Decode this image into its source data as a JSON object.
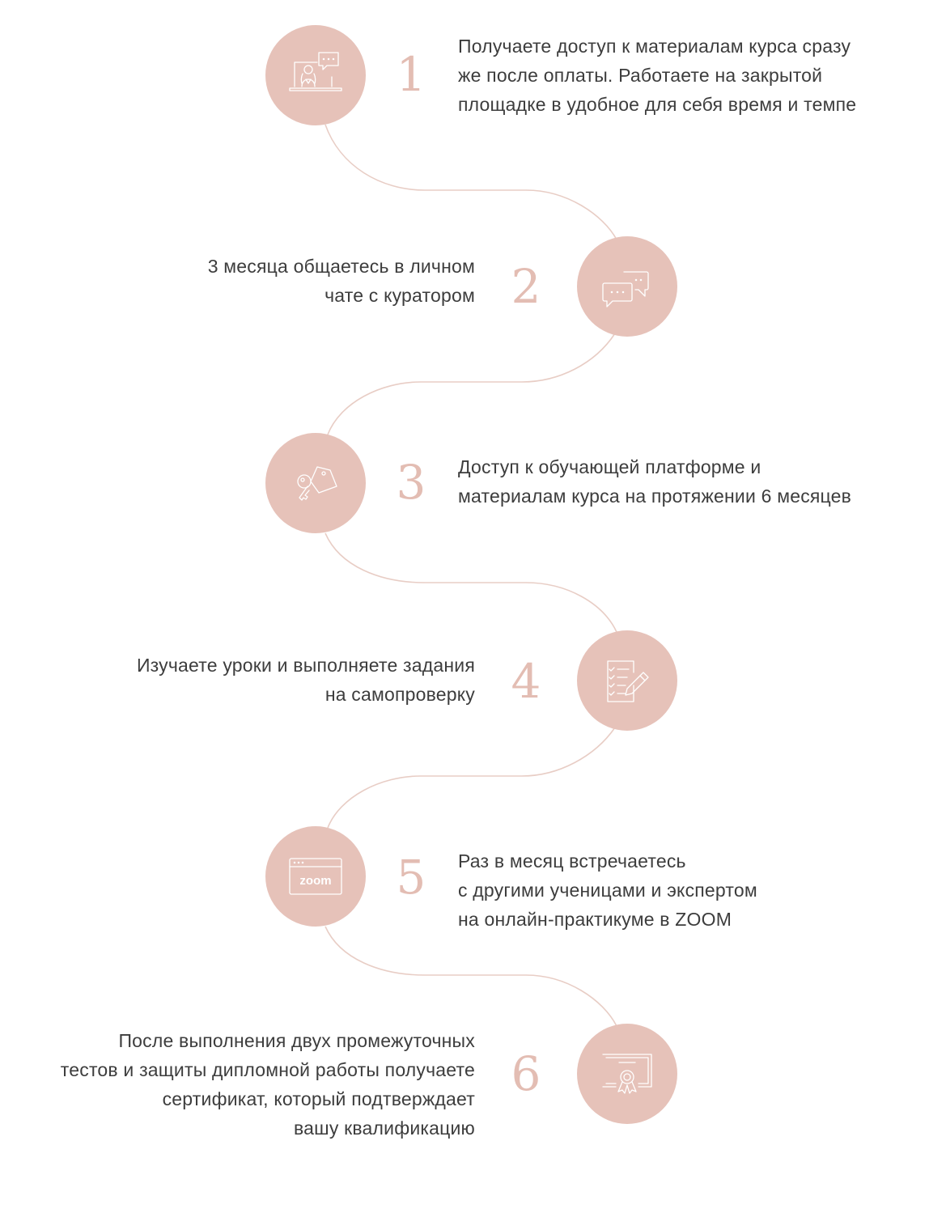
{
  "colors": {
    "circle": "#e6c2b9",
    "number": "#e3bdb3",
    "path": "#e8cdc5",
    "icon_stroke": "#ffffff",
    "text": "#3d3d3d"
  },
  "steps": [
    {
      "number": "1",
      "icon": "online-lesson-icon",
      "lines": [
        "Получаете доступ к материалам курса сразу",
        "же после оплаты. Работаете на закрытой",
        "площадке в удобное для себя время и темпе"
      ]
    },
    {
      "number": "2",
      "icon": "chat-bubbles-icon",
      "lines": [
        "3 месяца общаетесь в личном",
        "чате с куратором"
      ]
    },
    {
      "number": "3",
      "icon": "key-tag-icon",
      "lines": [
        "Доступ к обучающей платформе и",
        "материалам курса на протяжении 6 месяцев"
      ]
    },
    {
      "number": "4",
      "icon": "checklist-pencil-icon",
      "lines": [
        "Изучаете уроки и выполняете задания",
        "на самопроверку"
      ]
    },
    {
      "number": "5",
      "icon": "zoom-window-icon",
      "icon_text": "zoom",
      "lines": [
        "Раз в месяц встречаетесь",
        "с другими ученицами и экспертом",
        "на онлайн-практикуме в ZOOM"
      ]
    },
    {
      "number": "6",
      "icon": "certificate-icon",
      "lines": [
        "После выполнения двух промежуточных",
        "тестов и защиты дипломной работы получаете",
        "сертификат, который подтверждает",
        "вашу квалификацию"
      ]
    }
  ]
}
